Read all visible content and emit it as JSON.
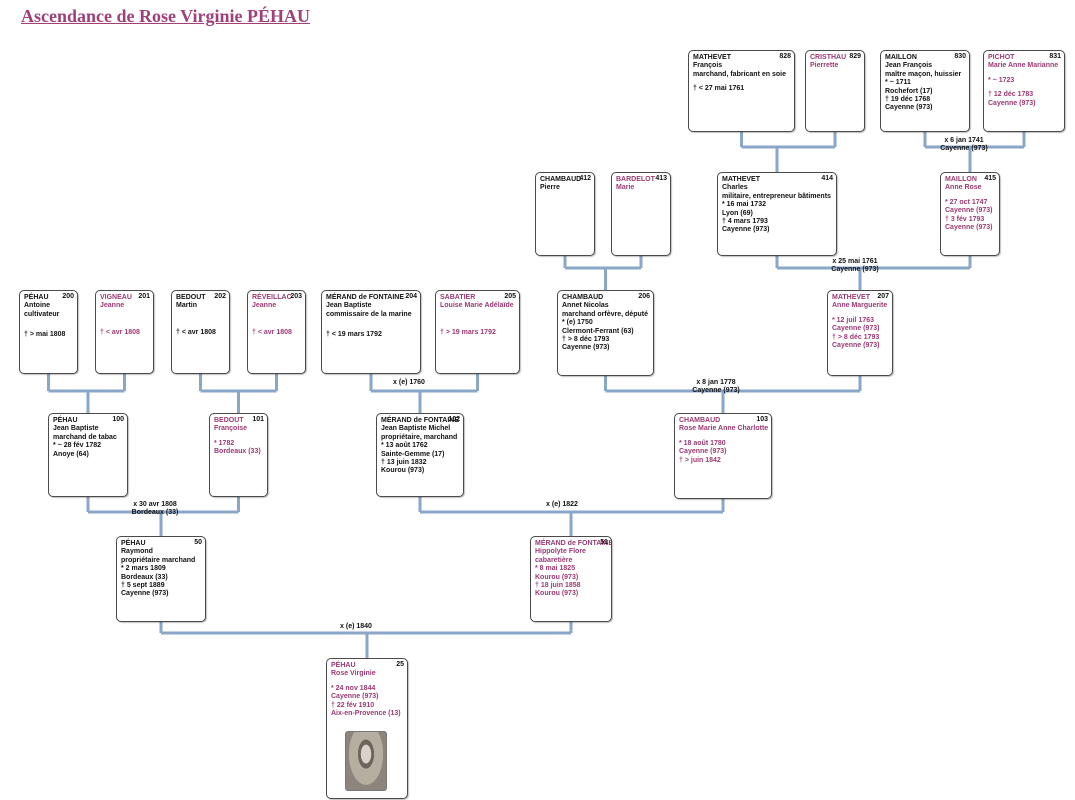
{
  "title": "Ascendance de Rose Virginie PÉHAU",
  "persons": [
    {
      "sosa": "828",
      "name": "MATHEVET",
      "lines": [
        "François",
        "marchand, fabricant en soie",
        "",
        "† < 27 mai 1761"
      ]
    },
    {
      "sosa": "829",
      "name": "CRISTHAU",
      "lines": [
        "Pierrette"
      ]
    },
    {
      "sosa": "830",
      "name": "MAILLON",
      "lines": [
        "Jean François",
        "maître maçon, huissier",
        "* ~ 1711",
        "Rochefort (17)",
        "† 19 déc 1768",
        "Cayenne (973)"
      ]
    },
    {
      "sosa": "831",
      "name": "PICHOT",
      "lines": [
        "Marie Anne Marianne",
        "",
        "* ~ 1723",
        "",
        "† 12 déc 1783",
        "Cayenne (973)"
      ]
    },
    {
      "sosa": "412",
      "name": "CHAMBAUD",
      "lines": [
        "Pierre"
      ]
    },
    {
      "sosa": "413",
      "name": "BARDELOT",
      "lines": [
        "Marie"
      ]
    },
    {
      "sosa": "414",
      "name": "MATHEVET",
      "lines": [
        "Charles",
        "militaire, entrepreneur bâtiments",
        "* 16 mai 1732",
        "Lyon (69)",
        "† 4 mars 1793",
        "Cayenne (973)"
      ]
    },
    {
      "sosa": "415",
      "name": "MAILLON",
      "lines": [
        "Anne Rose",
        "",
        "* 27 oct 1747",
        "Cayenne (973)",
        "† 3 fév 1793",
        "Cayenne (973)"
      ]
    },
    {
      "sosa": "200",
      "name": "PÉHAU",
      "lines": [
        "Antoine",
        "cultivateur",
        "",
        "",
        "† > mai 1808"
      ]
    },
    {
      "sosa": "201",
      "name": "VIGNEAU",
      "lines": [
        "Jeanne",
        "",
        "",
        "",
        "† < avr 1808"
      ]
    },
    {
      "sosa": "202",
      "name": "BEDOUT",
      "lines": [
        "Martin",
        "",
        "",
        "",
        "† < avr 1808"
      ]
    },
    {
      "sosa": "203",
      "name": "RÉVEILLAC",
      "lines": [
        "Jeanne",
        "",
        "",
        "",
        "† < avr 1808"
      ]
    },
    {
      "sosa": "204",
      "name": "MÉRAND de FONTAINE",
      "lines": [
        "Jean Baptiste",
        "commissaire de la marine",
        "",
        "",
        "† < 19 mars 1792"
      ]
    },
    {
      "sosa": "205",
      "name": "SABATIER",
      "lines": [
        "Louise Marie Adélaïde",
        "",
        "",
        "",
        "† > 19 mars 1792"
      ]
    },
    {
      "sosa": "206",
      "name": "CHAMBAUD",
      "lines": [
        "Annet Nicolas",
        "marchand orfèvre, député",
        "* (e) 1750",
        "Clermont-Ferrant (63)",
        "† > 8 déc 1793",
        "Cayenne (973)"
      ]
    },
    {
      "sosa": "207",
      "name": "MATHEVET",
      "lines": [
        "Anne Marguerite",
        "",
        "* 12 juil 1763",
        "Cayenne (973)",
        "† > 8 déc 1793",
        "Cayenne (973)"
      ]
    },
    {
      "sosa": "100",
      "name": "PÉHAU",
      "lines": [
        "Jean Baptiste",
        "marchand de tabac",
        "* ~ 28 fév 1782",
        "Anoye (64)"
      ]
    },
    {
      "sosa": "101",
      "name": "BEDOUT",
      "lines": [
        "Françoise",
        "",
        "* 1782",
        "Bordeaux (33)"
      ]
    },
    {
      "sosa": "102",
      "name": "MÉRAND de FONTAINE",
      "lines": [
        "Jean Baptiste Michel",
        "propriétaire, marchand",
        "* 13 août 1762",
        "Sainte-Gemme (17)",
        "† 13 juin 1832",
        "Kourou (973)"
      ]
    },
    {
      "sosa": "103",
      "name": "CHAMBAUD",
      "lines": [
        "Rose Marie Anne Charlotte",
        "",
        "* 18 août 1780",
        "Cayenne (973)",
        "† > juin 1842"
      ]
    },
    {
      "sosa": "50",
      "name": "PÉHAU",
      "lines": [
        "Raymond",
        "propriétaire marchand",
        "* 2 mars 1809",
        "Bordeaux (33)",
        "† 5 sept 1889",
        "Cayenne (973)"
      ]
    },
    {
      "sosa": "51",
      "name": "MÉRAND de FONTAINE",
      "lines": [
        "Hippolyte Flore",
        "cabaretière",
        "* 8 mai 1825",
        "Kourou (973)",
        "† 18 juin 1858",
        "Kourou (973)"
      ]
    },
    {
      "sosa": "25",
      "name": "PÉHAU",
      "lines": [
        "Rose Virginie",
        "",
        "* 24 nov 1844",
        "Cayenne (973)",
        "† 22 fév 1910",
        "Aix-en-Provence (13)"
      ]
    }
  ],
  "marriages": [
    {
      "lines": [
        "x 6 jan 1741",
        "Cayenne (973)"
      ]
    },
    {
      "lines": [
        "x 25 mai 1761",
        "Cayenne (973)"
      ]
    },
    {
      "lines": [
        "x (e) 1760"
      ]
    },
    {
      "lines": [
        "x 8 jan 1778",
        "Cayenne (973)"
      ]
    },
    {
      "lines": [
        "x 30 avr 1808",
        "Bordeaux (33)"
      ]
    },
    {
      "lines": [
        "x (e) 1822"
      ]
    },
    {
      "lines": [
        "x (e) 1840"
      ]
    }
  ],
  "colors": {
    "female": "#9b3a72",
    "male": "#111111",
    "link": "#8aa7c8",
    "title": "#a0407a"
  }
}
